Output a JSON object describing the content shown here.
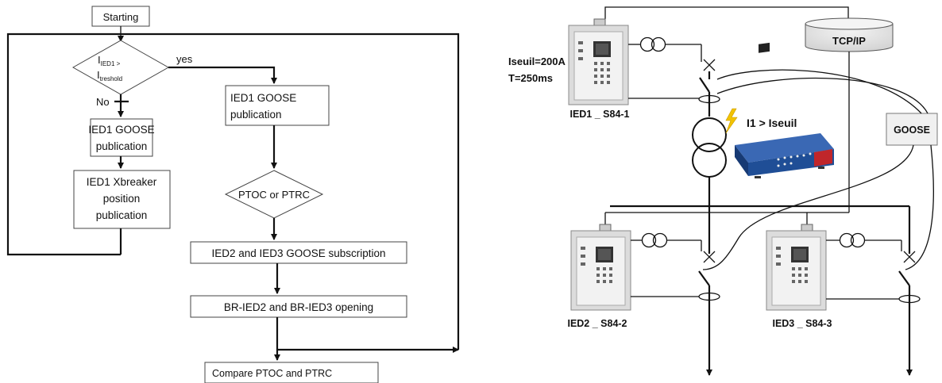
{
  "flowchart": {
    "start": "Starting",
    "decision_main": "I",
    "decision_sub1": "IED1 >",
    "decision_line2": "I",
    "decision_sub2": "treshold",
    "yes_label": "yes",
    "no_label": "No",
    "ied1_goose_left": "IED1 GOOSE\npublication",
    "ied1_xbreaker": "IED1 Xbreaker\nposition\npublication",
    "ied1_goose_right": "IED1 GOOSE\npublication",
    "ptoc_decision": "PTOC or PTRC",
    "subscription": "IED2 and IED3 GOOSE subscription",
    "opening": "BR-IED2 and BR-IED3 opening",
    "compare": "Compare PTOC and PTRC"
  },
  "network": {
    "tcpip_label": "TCP/IP",
    "goose_label": "GOOSE",
    "iseuil": "Iseuil=200A",
    "delay": "T=250ms",
    "fault_condition": "I1 > Iseuil",
    "ied1_label": "IED1 _ S84-1",
    "ied2_label": "IED2 _ S84-2",
    "ied3_label": "IED3 _ S84-3",
    "colors": {
      "lightning": "#f2c300",
      "test_set_blue": "#1f4e96",
      "test_set_red": "#c0262b",
      "tcpip_fill": "#e6e6e6"
    }
  }
}
